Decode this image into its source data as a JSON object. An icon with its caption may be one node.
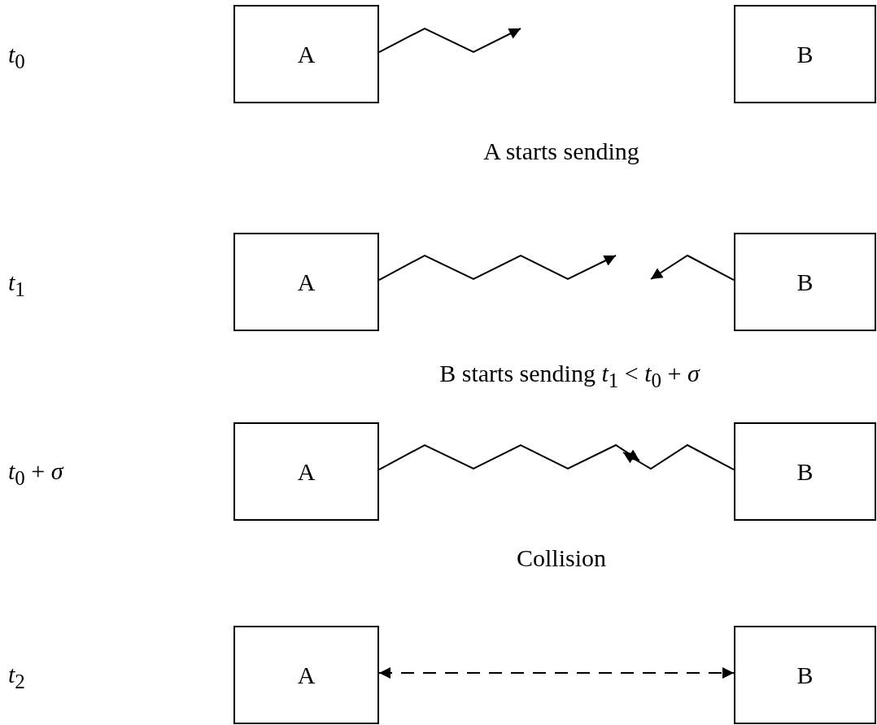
{
  "diagram": {
    "nodes": [
      {
        "text": [
          "A"
        ]
      },
      {
        "text": [
          "B"
        ]
      },
      {
        "text": [
          "A"
        ]
      },
      {
        "text": [
          "B"
        ]
      },
      {
        "text": [
          "A"
        ]
      },
      {
        "text": [
          "B"
        ]
      },
      {
        "text": [
          "A"
        ]
      },
      {
        "text": [
          "B"
        ]
      }
    ],
    "edges": [
      {
        "from": 0,
        "to": null,
        "arrow": "to"
      },
      {
        "from": 2,
        "to": null,
        "arrow": "to"
      },
      {
        "from": 3,
        "to": null,
        "arrow": "to"
      },
      {
        "from": 4,
        "to": null,
        "arrow": "to"
      },
      {
        "from": 5,
        "to": null,
        "arrow": "to"
      },
      {
        "from": 6,
        "to": 7,
        "arrow": "both",
        "style": "dashed"
      }
    ],
    "labels": [
      "*t*$_{0}$",
      "A starts sending",
      "*t*$_{1}$",
      "B starts sending *t*$_{1}$ < *t*$_{0}$ + *σ*",
      "*t*$_{0}$ + *σ*",
      "Collision",
      "*t*$_{2}$"
    ]
  }
}
